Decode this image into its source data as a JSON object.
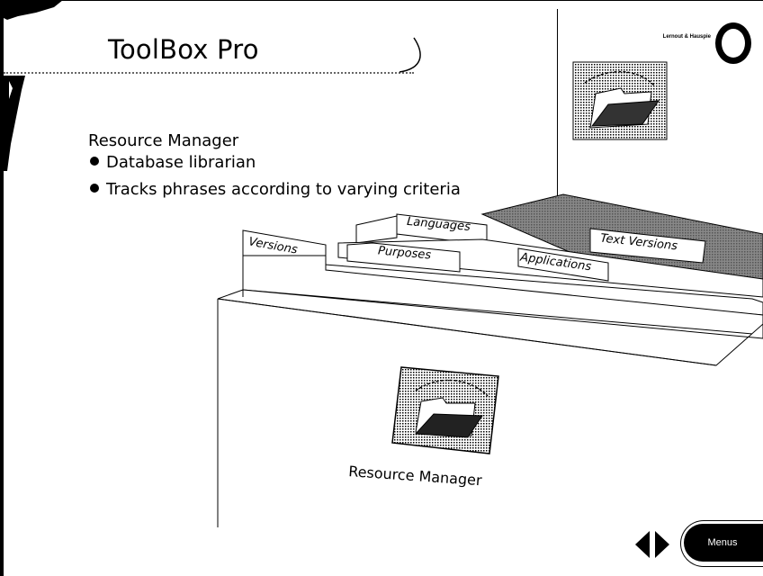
{
  "slide": {
    "title": "ToolBox Pro",
    "section_heading": "Resource Manager",
    "bullets": [
      "Database librarian",
      "Tracks phrases according to varying criteria"
    ]
  },
  "tabs": [
    {
      "label": "Languages"
    },
    {
      "label": "Text Versions"
    },
    {
      "label": "Versions"
    },
    {
      "label": "Purposes"
    },
    {
      "label": "Applications"
    }
  ],
  "file_icon": {
    "caption": "Resource Manager"
  },
  "logo": {
    "text": "Lernout & Hauspie"
  },
  "nav": {
    "prev_icon": "triangle-left-icon",
    "next_icon": "triangle-right-icon",
    "menus_label": "Menus"
  }
}
